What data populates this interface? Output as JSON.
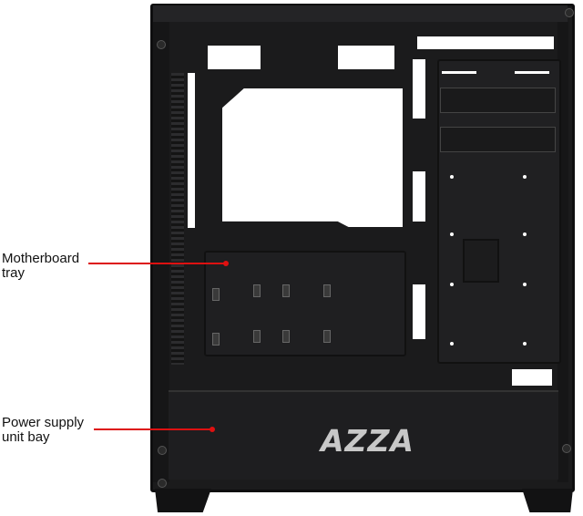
{
  "image": {
    "subject": "Black PC case, side view with side panel removed",
    "brand_logo": "AZZA",
    "colors": {
      "case": "#1b1b1c",
      "case_edge": "#111112",
      "panel": "#232325",
      "logo": "#c8c8c8",
      "callout_line": "#d11111",
      "background": "#ffffff"
    }
  },
  "callouts": [
    {
      "label_line1": "Motherboard",
      "label_line2": "tray"
    },
    {
      "label_line1": "Power supply",
      "label_line2": "unit bay"
    }
  ]
}
